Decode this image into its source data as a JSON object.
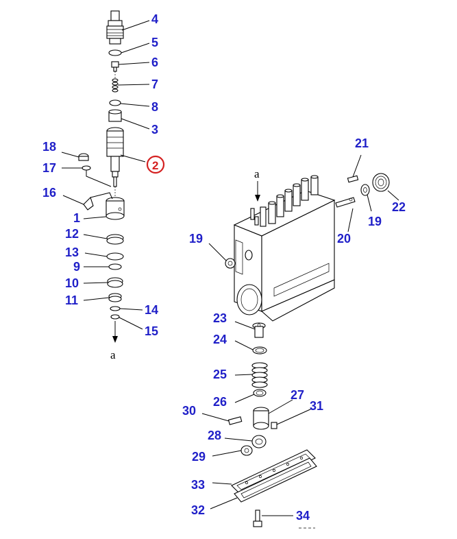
{
  "callouts": {
    "c4": "4",
    "c5": "5",
    "c6": "6",
    "c7": "7",
    "c8": "8",
    "c3": "3",
    "c2": "2",
    "c18": "18",
    "c17": "17",
    "c16": "16",
    "c1": "1",
    "c12": "12",
    "c13": "13",
    "c9": "9",
    "c10": "10",
    "c11": "11",
    "c14": "14",
    "c15": "15",
    "c19a": "19",
    "c19b": "19",
    "c20": "20",
    "c21": "21",
    "c22": "22",
    "c23": "23",
    "c24": "24",
    "c25": "25",
    "c26": "26",
    "c27": "27",
    "c30": "30",
    "c31": "31",
    "c28": "28",
    "c29": "29",
    "c33": "33",
    "c32": "32",
    "c34": "34"
  },
  "refs": {
    "a_top": "a",
    "a_bottom": "a"
  },
  "colors": {
    "callout": "#1f1fc8",
    "highlight": "#d42020",
    "lines": "#000000"
  }
}
